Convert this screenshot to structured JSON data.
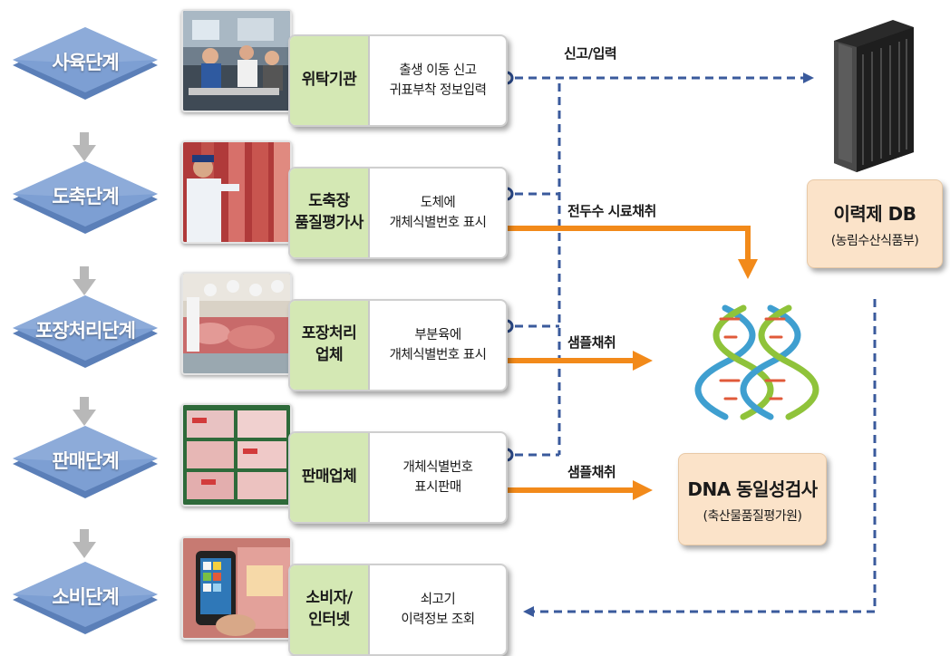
{
  "stages": [
    {
      "label": "사육단계"
    },
    {
      "label": "도축단계"
    },
    {
      "label": "포장처리단계"
    },
    {
      "label": "판매단계"
    },
    {
      "label": "소비단계"
    }
  ],
  "entities": [
    {
      "name": "위탁기관",
      "desc": "출생 이동 신고\n귀표부착 정보입력",
      "photo": "farm-office-photo"
    },
    {
      "name": "도축장\n품질평가사",
      "desc": "도체에\n개체식별번호 표시",
      "photo": "slaughterhouse-inspector-photo"
    },
    {
      "name": "포장처리\n업체",
      "desc": "부분육에\n개체식별번호 표시",
      "photo": "meat-packing-photo"
    },
    {
      "name": "판매업체",
      "desc": "개체식별번호\n표시판매",
      "photo": "retail-meat-display-photo"
    },
    {
      "name": "소비자/\n인터넷",
      "desc": "쇠고기\n이력정보 조회",
      "photo": "smartphone-lookup-photo"
    }
  ],
  "flows": {
    "report_input": "신고/입력",
    "whole_head_sampling": "전두수 시료채취",
    "sampling_1": "샘플채취",
    "sampling_2": "샘플채취"
  },
  "db": {
    "title": "이력제 DB",
    "subtitle": "(농림수산식품부)",
    "icon": "server-rack-icon"
  },
  "dna": {
    "title": "DNA 동일성검사",
    "subtitle": "(축산물품질평가원)",
    "icon": "dna-helix-icon"
  },
  "colors": {
    "stage_blue": "#7d9fd3",
    "entity_green": "#d4e8b4",
    "info_peach": "#fbe3c9",
    "orange_arrow": "#f28a1a",
    "dashed_blue": "#3a5a9c"
  }
}
